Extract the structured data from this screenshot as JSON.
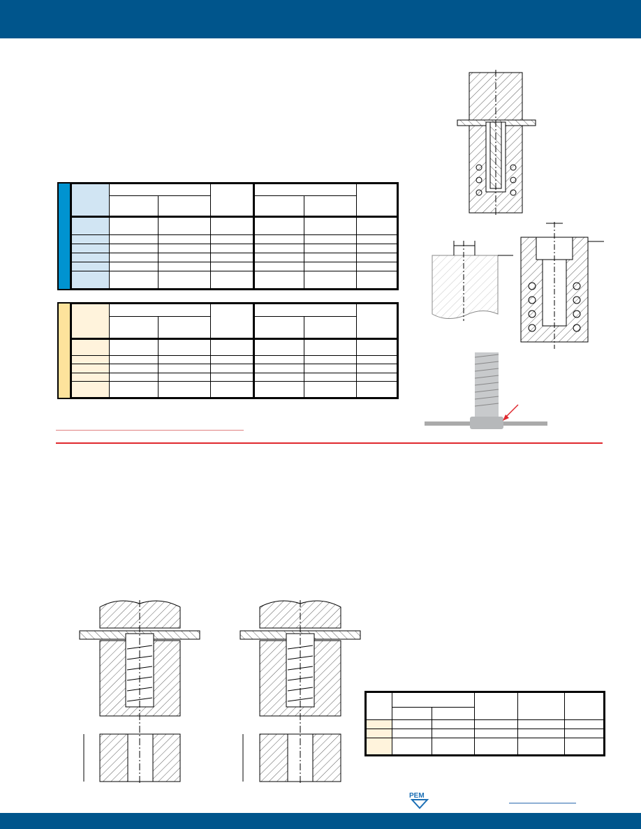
{
  "logo": {
    "text": "PEM"
  },
  "colors": {
    "header_bar": "#00558c",
    "table1_strip": "#0093d0",
    "table1_label_col": "#d1e5f3",
    "table2_strip": "#fde39c",
    "table2_label_col": "#fff3dc",
    "divider_red": "#e0282e",
    "link_blue": "#1b5faa"
  },
  "table1": {
    "data_rows": 6
  },
  "table2": {
    "data_rows": 5
  },
  "table3": {
    "data_rows": 3
  }
}
